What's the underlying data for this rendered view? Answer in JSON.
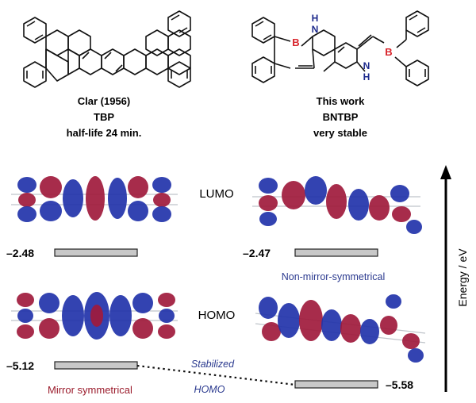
{
  "left_molecule": {
    "caption_line1": "Clar (1956)",
    "caption_line2": "TBP",
    "caption_line3": "half-life 24 min."
  },
  "right_molecule": {
    "caption_line1": "This work",
    "caption_line2": "BNTBP",
    "caption_line3": "very stable",
    "atom_B_top": "B",
    "atom_N_top": "H\nN",
    "atom_N_top_h": "H",
    "atom_N_top_n": "N",
    "atom_B_bottom": "B",
    "atom_N_bottom_n": "N",
    "atom_N_bottom_h": "H"
  },
  "orbitals": {
    "lumo_label": "LUMO",
    "homo_label": "HOMO"
  },
  "levels": {
    "left_lumo": "–2.48",
    "right_lumo": "–2.47",
    "left_homo": "–5.12",
    "right_homo": "–5.58"
  },
  "annotations": {
    "non_mirror": "Non-mirror-symmetrical",
    "mirror": "Mirror symmetrical",
    "stabilized": "Stabilized",
    "homo_note": "HOMO",
    "energy_axis": "Energy / eV"
  },
  "colors": {
    "orbital_blue": "#2233aa",
    "orbital_red": "#a01a3c",
    "boron": "#d8232a",
    "nitrogen": "#1d2a8c",
    "note_blue": "#2b3a8f",
    "mirror_red": "#9b1c2c",
    "level_fill": "#c8c8c8"
  }
}
